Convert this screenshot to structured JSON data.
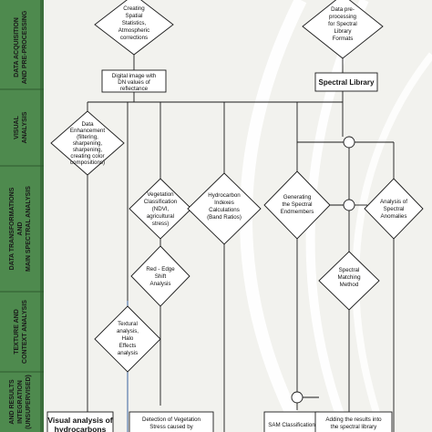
{
  "colors": {
    "lane_band": "#4e8a4e",
    "lane_band_dark": "#3b6e3b",
    "background": "#f2f2ee",
    "watermark": "#ffffff",
    "flow_line": "#1a1a1a",
    "flow_line_accent": "#4a6fa5"
  },
  "lanes": [
    {
      "lines": [
        "DATA ACQUISITION",
        "AND PRE-PROCESSING"
      ]
    },
    {
      "lines": [
        "VISUAL",
        "ANALYSIS"
      ]
    },
    {
      "lines": [
        "DATA TRANSFORMATIONS",
        "AND",
        "MAIN SPECTRAL ANALYSIS"
      ]
    },
    {
      "lines": [
        "TEXTURE AND",
        "CONTEXT ANALYSIS"
      ]
    },
    {
      "lines": [
        "AND RESULTS",
        "INTEGRATION",
        "(UNSUPERVISED)"
      ]
    }
  ],
  "nodes": {
    "spatial_stats": {
      "lines": [
        "Creating",
        "Spatial",
        "Statistics,",
        "Atmospheric",
        "corrections"
      ]
    },
    "preprocessing_library": {
      "lines": [
        "Data pre-",
        "processing",
        "for Spectral",
        "Library",
        "Formats"
      ]
    },
    "digital_image": {
      "lines": [
        "Digital image with",
        "DN values of",
        "reflectance"
      ]
    },
    "spectral_library": {
      "lines": [
        "Spectral Library"
      ]
    },
    "data_enhancement": {
      "lines": [
        "Data",
        "Enhancement",
        "(filtering,",
        "sharpening,",
        "sharpening,",
        "creating color",
        "compositions)"
      ]
    },
    "vegetation_classification": {
      "lines": [
        "Vegetation",
        "Classification",
        "(NDVI,",
        "agricultural",
        "stress)"
      ]
    },
    "hydrocarbon_indexes": {
      "lines": [
        "Hydrocarbon",
        "Indexes",
        "Calculations",
        "(Band Ratios)"
      ]
    },
    "spectral_endmembers": {
      "lines": [
        "Generating",
        "the Spectral",
        "Endmembers"
      ]
    },
    "spectral_anomalies": {
      "lines": [
        "Analysis of",
        "Spectral",
        "Anomalies"
      ]
    },
    "red_edge": {
      "lines": [
        "Red - Edge",
        "Shift",
        "Analysis"
      ]
    },
    "spectral_matching": {
      "lines": [
        "Spectral",
        "Matching",
        "Method"
      ]
    },
    "textural_analysis": {
      "lines": [
        "Textural",
        "analysis,",
        "Halo",
        "Effects",
        "analysis"
      ]
    },
    "visual_hydrocarbons": {
      "lines": [
        "Visual analysis of",
        "hydrocarbons"
      ]
    },
    "vegetation_stress": {
      "lines": [
        "Detection of Vegetation",
        "Stress caused by"
      ]
    },
    "sam_classification": {
      "lines": [
        "SAM Classification"
      ]
    },
    "adding_results": {
      "lines": [
        "Adding the results into",
        "the spectral library"
      ]
    }
  }
}
